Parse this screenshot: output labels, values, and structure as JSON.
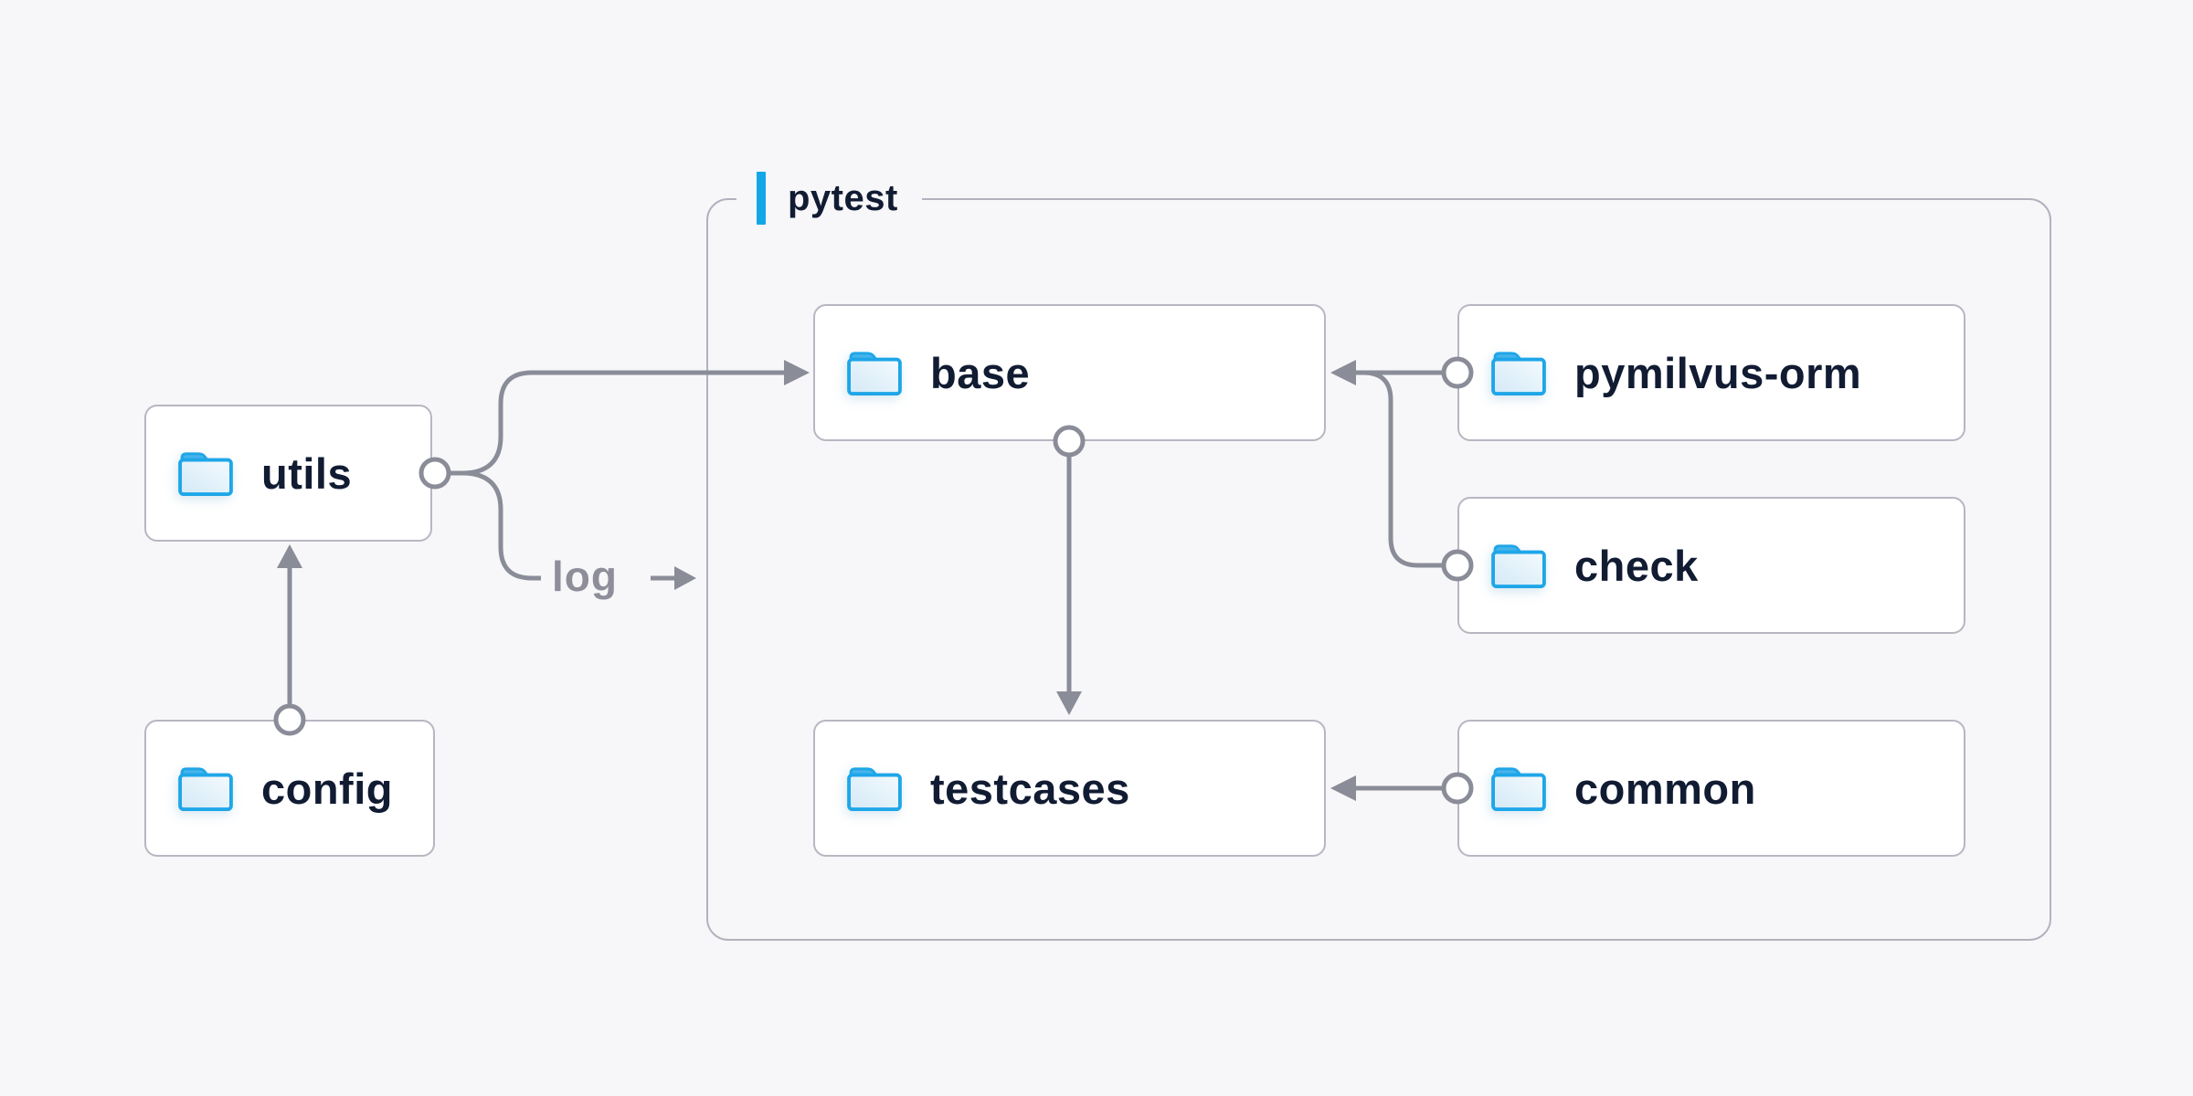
{
  "container": {
    "label": "pytest"
  },
  "nodes": {
    "utils": {
      "label": "utils",
      "icon": "folder-icon"
    },
    "config": {
      "label": "config",
      "icon": "folder-icon"
    },
    "base": {
      "label": "base",
      "icon": "folder-icon"
    },
    "pymilvus": {
      "label": "pymilvus-orm",
      "icon": "folder-icon"
    },
    "check": {
      "label": "check",
      "icon": "folder-icon"
    },
    "testcases": {
      "label": "testcases",
      "icon": "folder-icon"
    },
    "common": {
      "label": "common",
      "icon": "folder-icon"
    }
  },
  "edges": [
    {
      "from": "config",
      "to": "utils",
      "type": "arrow"
    },
    {
      "from": "utils",
      "to": "base",
      "type": "arrow"
    },
    {
      "from": "utils",
      "to": "pytest-container",
      "type": "arrow",
      "label": "log"
    },
    {
      "from": "base",
      "to": "testcases",
      "type": "arrow"
    },
    {
      "from": "pymilvus-orm",
      "to": "base",
      "type": "arrow"
    },
    {
      "from": "check",
      "to": "base",
      "type": "arrow"
    },
    {
      "from": "common",
      "to": "testcases",
      "type": "arrow"
    }
  ],
  "colors": {
    "background": "#f7f7f9",
    "node_fill": "#ffffff",
    "node_border": "#b7b7c2",
    "container_border": "#b2b2bf",
    "connector_gray": "#8a8c98",
    "text_dark": "#111c33",
    "edge_label_gray": "#8e8e9a",
    "accent_blue": "#14a7e8",
    "folder_blue": "#1ea6e8"
  }
}
